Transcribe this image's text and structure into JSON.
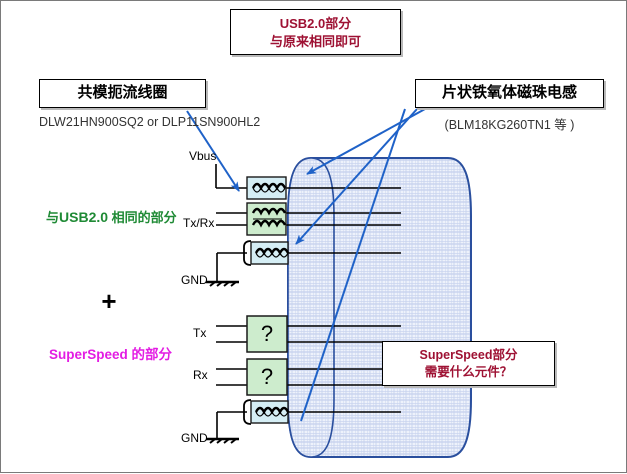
{
  "diagram": {
    "title_note": "USB3.0 EMI countermeasure component placement diagram",
    "callouts": {
      "usb20": {
        "line1": "USB2.0部分",
        "line2": "与原来相同即可"
      },
      "choke": {
        "label": "共模扼流线圈"
      },
      "choke_parts": {
        "line1": "DLW21HN900SQ2",
        "line2": "or",
        "line3": "DLP11SN900HL2"
      },
      "ferrite": {
        "label": "片状铁氧体磁珠电感"
      },
      "ferrite_parts": {
        "line1": "(BLM18KG260TN1 等 )"
      },
      "superspeed_question": {
        "line1": "SuperSpeed部分",
        "line2": "需要什么元件？"
      }
    },
    "side_labels": {
      "usb20_part": {
        "line1_prefix": "与",
        "line1_strong": "USB2.0",
        "line2": "相同的部分"
      },
      "plus": "+",
      "superspeed_part": {
        "line1": "SuperSpeed",
        "line2": "的部分"
      }
    },
    "signals": {
      "vbus": "Vbus",
      "txrx": "Tx/Rx",
      "gnd_top": "GND",
      "tx": "Tx",
      "rx": "Rx",
      "gnd_bottom": "GND"
    },
    "components": {
      "unknown_marker": "?",
      "choke_count": 4,
      "unknown_count": 2
    },
    "colors": {
      "crimson_text": "#9e1133",
      "green_text": "#1f8a35",
      "magenta_text": "#e31ce3",
      "arrow_blue": "#1f62c8",
      "cylinder_fill": "#dfe7f7",
      "cylinder_stroke": "#2a4f9e",
      "component_blue": "#d5eef5",
      "component_green": "#cdeccd",
      "border": "#7a7a7a"
    }
  }
}
